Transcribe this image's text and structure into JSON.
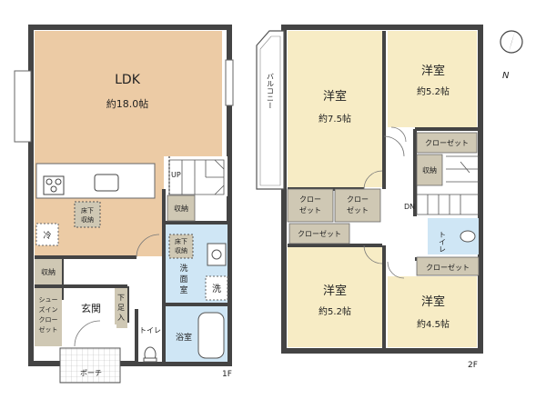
{
  "compass": {
    "north": "N"
  },
  "floor1": {
    "level": "1F",
    "ldk": {
      "name": "LDK",
      "size": "約18.0帖"
    },
    "up": "UP",
    "underfloor_storage": [
      "床下",
      "収納"
    ],
    "fridge": "冷",
    "storage_stair": "収納",
    "storage_wash": [
      "床下",
      "収納"
    ],
    "washroom": [
      "洗",
      "面",
      "室"
    ],
    "washer": "洗",
    "storage_entry": "収納",
    "shoe_closet": [
      "シュー",
      "ズイン",
      "クロー",
      "ゼット"
    ],
    "entrance": "玄関",
    "shoe_rack": [
      "下",
      "足",
      "入"
    ],
    "toilet": "トイレ",
    "bath": "浴室",
    "porch": "ポーチ"
  },
  "floor2": {
    "level": "2F",
    "balcony": "バルコニー",
    "room_center": {
      "name": "洋室",
      "size": "約7.5帖"
    },
    "room_ne": {
      "name": "洋室",
      "size": "約5.2帖"
    },
    "room_sw": {
      "name": "洋室",
      "size": "約5.2帖"
    },
    "room_se": {
      "name": "洋室",
      "size": "約4.5帖"
    },
    "closet_ne": "クローゼット",
    "storage_hall": "収納",
    "closet_a": [
      "クロー",
      "ゼット"
    ],
    "closet_b": [
      "クロー",
      "ゼット"
    ],
    "closet_sw": "クローゼット",
    "closet_se": "クローゼット",
    "dn": "DN",
    "toilet": "トイレ"
  }
}
